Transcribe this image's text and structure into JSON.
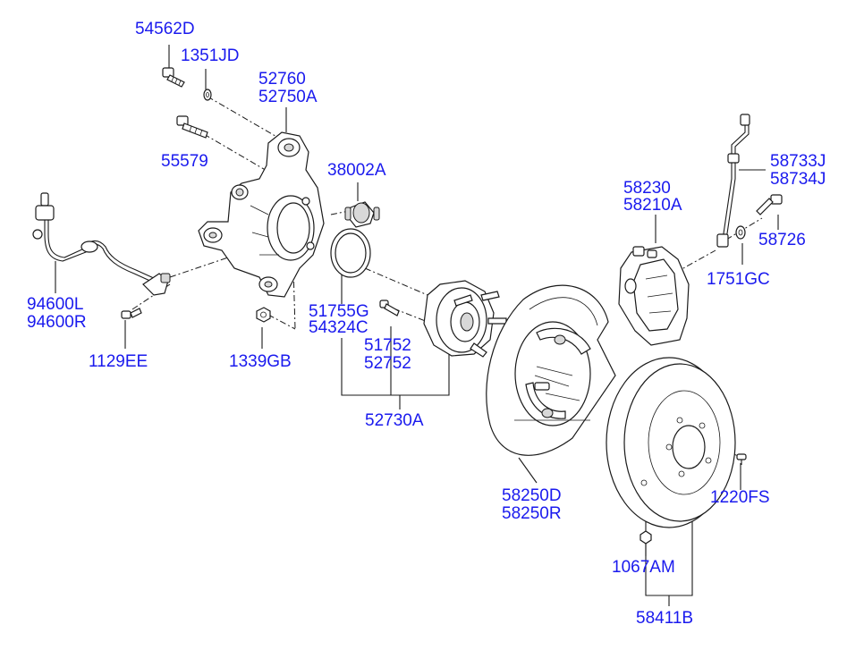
{
  "labels": {
    "p54562D": "54562D",
    "p1351JD": "1351JD",
    "p52760": "52760",
    "p52750A": "52750A",
    "p55579": "55579",
    "p38002A": "38002A",
    "p94600L": "94600L",
    "p94600R": "94600R",
    "p1129EE": "1129EE",
    "p1339GB": "1339GB",
    "p51755G": "51755G",
    "p54324C": "54324C",
    "p51752": "51752",
    "p52752": "52752",
    "p52730A": "52730A",
    "p58230": "58230",
    "p58210A": "58210A",
    "p58733J": "58733J",
    "p58734J": "58734J",
    "p58726": "58726",
    "p1751GC": "1751GC",
    "p58250D": "58250D",
    "p58250R": "58250R",
    "p1220FS": "1220FS",
    "p1067AM": "1067AM",
    "p58411B": "58411B"
  },
  "colors": {
    "label": "#1a1aee",
    "line": "#1a1a1a",
    "background": "#ffffff"
  }
}
